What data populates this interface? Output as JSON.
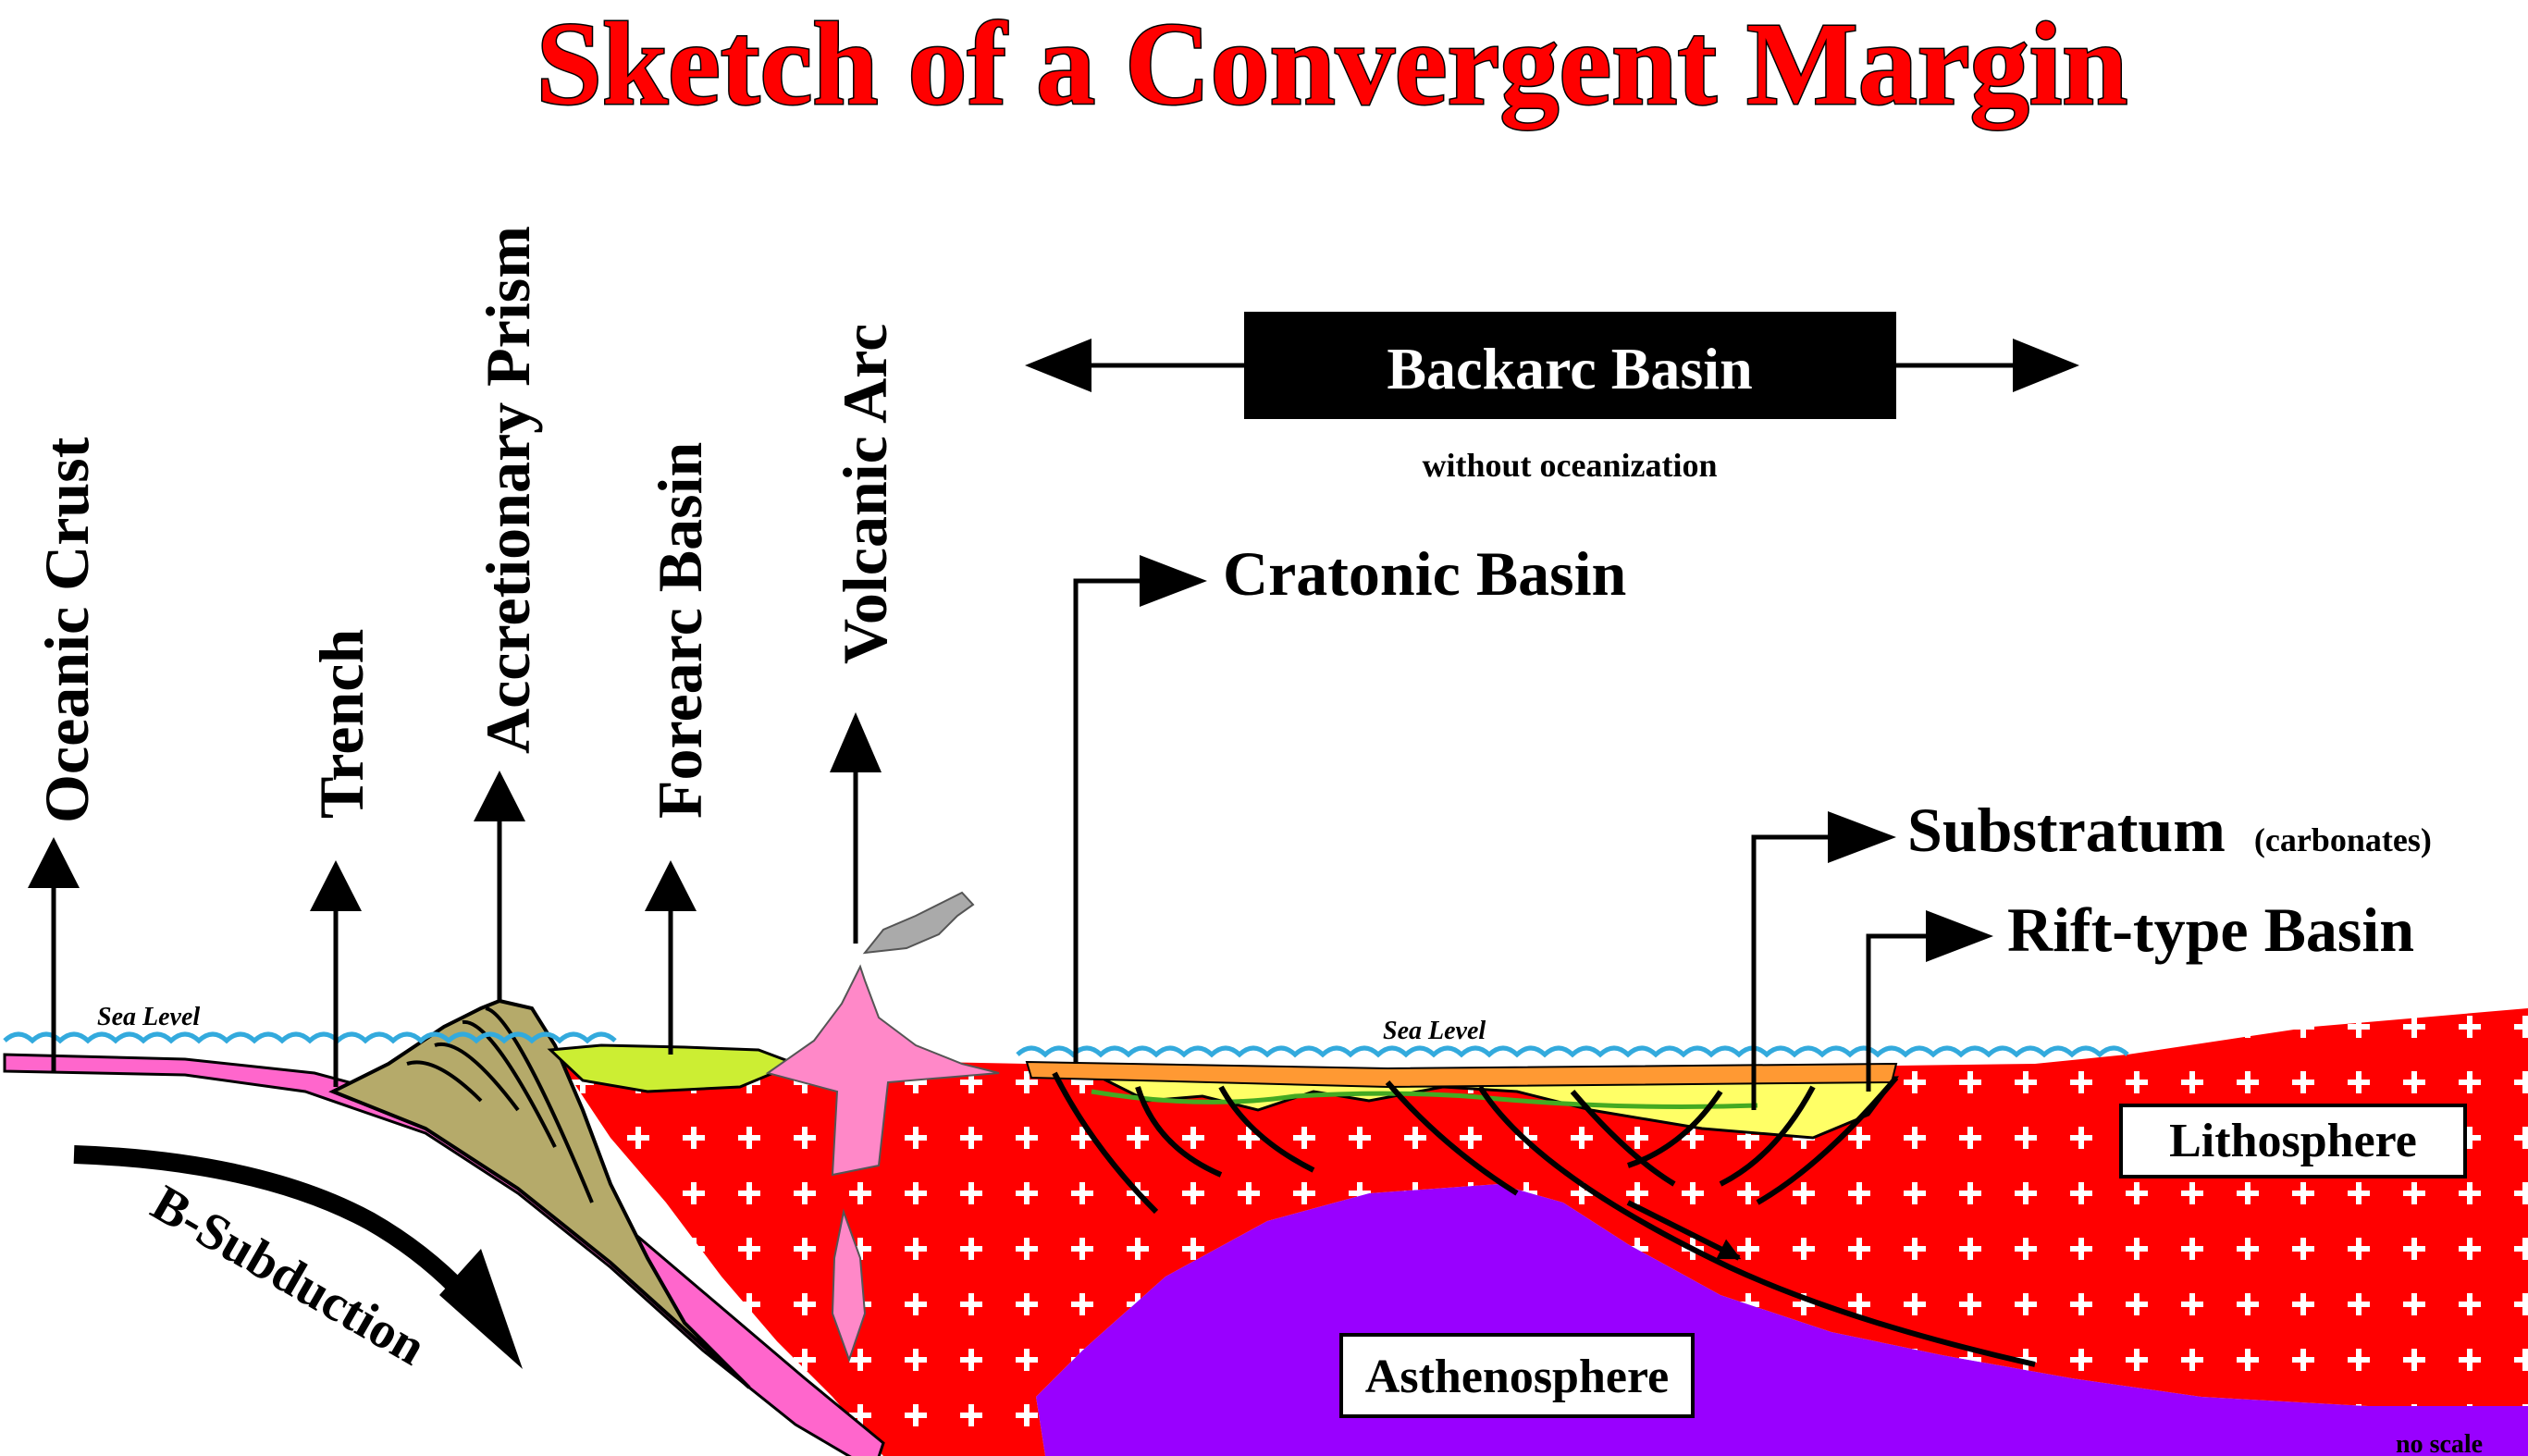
{
  "title": "Sketch of a Convergent Margin",
  "labels": {
    "oceanic_crust": "Oceanic Crust",
    "trench": "Trench",
    "accretionary_prism": "Accretionary Prism",
    "forearc_basin": "Forearc Basin",
    "volcanic_arc": "Volcanic Arc",
    "backarc_basin": "Backarc Basin",
    "backarc_note": "without oceanization",
    "cratonic_basin": "Cratonic Basin",
    "substratum": "Substratum",
    "substratum_note": "(carbonates)",
    "rift_basin": "Rift-type Basin",
    "sea_level_left": "Sea Level",
    "sea_level_right": "Sea Level",
    "b_subduction": "B-Subduction",
    "lithosphere": "Lithosphere",
    "asthenosphere": "Asthenosphere",
    "no_scale": "no scale"
  },
  "colors": {
    "title_fill": "#ff0000",
    "lithosphere": "#ff0000",
    "asthenosphere": "#9900ff",
    "sea": "#33aadd",
    "oceanic_crust": "#ff66cc",
    "accretionary_prism": "#b5aa6a",
    "volcano": "#ff88c8",
    "forearc_fill": "#ccee33",
    "rift_fill": "#ffff66",
    "substratum_fill": "#ff9933",
    "ash_cloud": "#aaaaaa"
  }
}
